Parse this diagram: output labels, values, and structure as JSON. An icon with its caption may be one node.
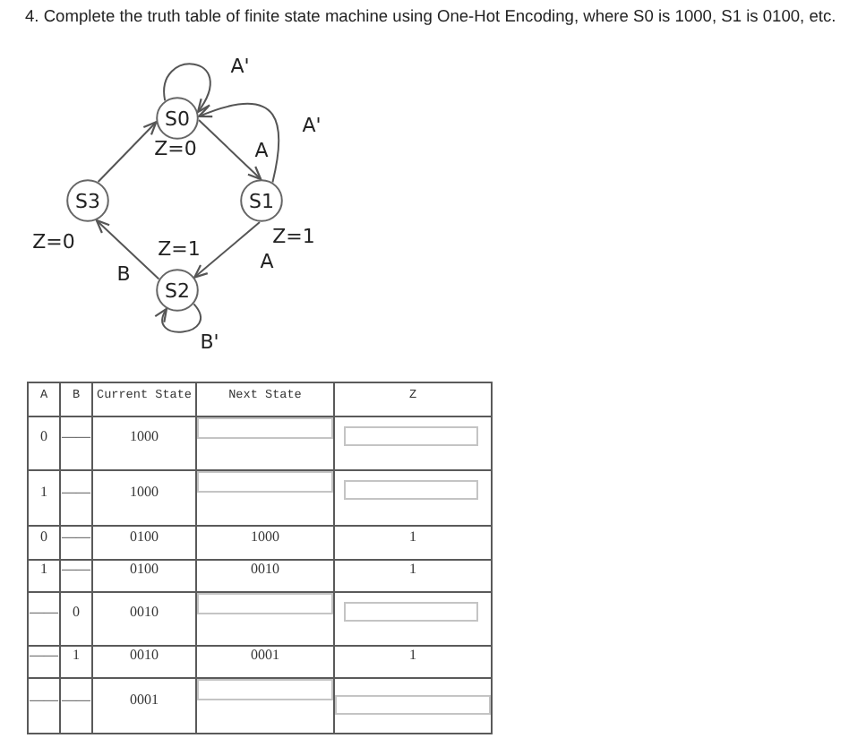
{
  "diagram": {
    "title": "4. Complete the truth table of finite state machine using One-Hot Encoding, where S0 is 1000, S1 is 0100, etc.",
    "nodes": [
      {
        "text": [
          "S0"
        ],
        "beside": [
          "Z=0"
        ]
      },
      {
        "text": [
          "S3"
        ],
        "beside": [
          "Z=0"
        ]
      },
      {
        "text": [
          "S1"
        ],
        "beside": [
          "Z=1"
        ]
      },
      {
        "text": [
          "S2"
        ],
        "beside": [
          "Z=1"
        ]
      }
    ],
    "edges": [
      {
        "from": 0,
        "to": 0,
        "arrow": "to",
        "label": "A'"
      },
      {
        "from": 0,
        "to": 2,
        "arrow": "to",
        "label": "A"
      },
      {
        "from": 2,
        "to": 0,
        "arrow": "to",
        "label": "A'"
      },
      {
        "from": 2,
        "to": 3,
        "arrow": "to",
        "label": "A"
      },
      {
        "from": 3,
        "to": 3,
        "arrow": "to",
        "label": "B'"
      },
      {
        "from": 3,
        "to": 1,
        "arrow": "to",
        "label": "B"
      },
      {
        "from": 1,
        "to": 0,
        "arrow": "to"
      }
    ],
    "labels": [
      "A",
      "B",
      "Current State",
      "Next State",
      "Z",
      "0",
      "——",
      "1000",
      "1",
      "——",
      "1000",
      "0",
      "——",
      "0100",
      "1000",
      "1",
      "1",
      "——",
      "0100",
      "0010",
      "1",
      "——",
      "0",
      "0010",
      "——",
      "1",
      "0010",
      "0001",
      "1",
      "——",
      "——",
      "0001"
    ]
  }
}
